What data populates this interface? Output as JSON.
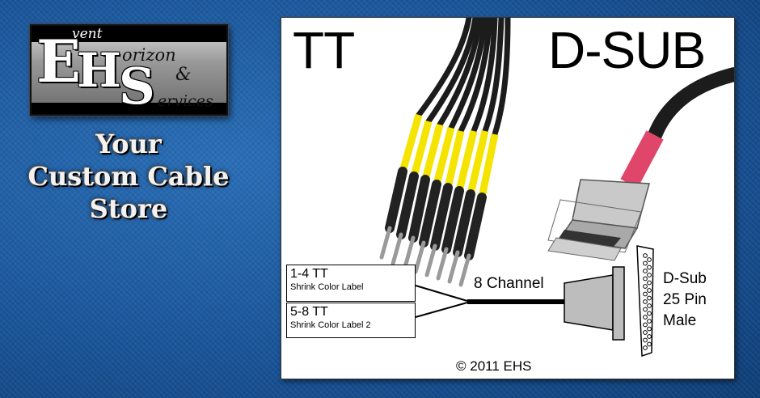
{
  "logo": {
    "letters": [
      "E",
      "H",
      "S"
    ],
    "words": {
      "event": "vent",
      "horizon": "orizon",
      "amp": "&",
      "services": "ervices"
    }
  },
  "tagline": [
    "Your",
    "Custom Cable",
    "Store"
  ],
  "diagram": {
    "title_left": "TT",
    "title_right": "D-SUB",
    "label_box_1": {
      "title": "1-4 TT",
      "subtitle": "Shrink Color Label"
    },
    "label_box_2": {
      "title": "5-8 TT",
      "subtitle": "Shrink Color Label 2"
    },
    "channel_label": "8 Channel",
    "connector_label": [
      "D-Sub",
      "25 Pin",
      "Male"
    ],
    "copyright": "© 2011 EHS"
  },
  "colors": {
    "background_blue": "#1a569b",
    "cable_yellow": "#f5e400",
    "cable_black": "#1a1a1a",
    "sleeve_red": "#e0466a",
    "connector_gray": "#b8b8b8"
  }
}
